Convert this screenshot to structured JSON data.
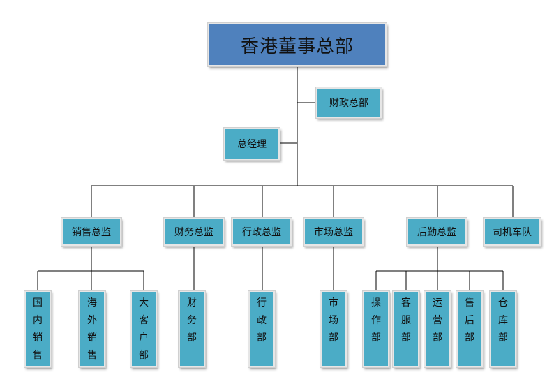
{
  "colors": {
    "root": "#4f81bd",
    "node": "#4bacc6",
    "line": "#000000"
  },
  "root": {
    "label": "香港董事总部"
  },
  "staff": [
    {
      "id": "finance-hq",
      "label": "财政总部"
    },
    {
      "id": "general-manager",
      "label": "总经理"
    }
  ],
  "directors": [
    {
      "id": "sales",
      "label": "销售总监"
    },
    {
      "id": "finance",
      "label": "财务总监"
    },
    {
      "id": "admin",
      "label": "行政总监"
    },
    {
      "id": "market",
      "label": "市场总监"
    },
    {
      "id": "logistics",
      "label": "后勤总监"
    },
    {
      "id": "drivers",
      "label": "司机车队"
    }
  ],
  "departments": {
    "sales": [
      "国内销售",
      "海外销售",
      "大客户部"
    ],
    "finance": [
      "财务部"
    ],
    "admin": [
      "行政部"
    ],
    "market": [
      "市场部"
    ],
    "logistics": [
      "操作部",
      "客服部",
      "运营部",
      "售后部",
      "仓库部"
    ]
  }
}
